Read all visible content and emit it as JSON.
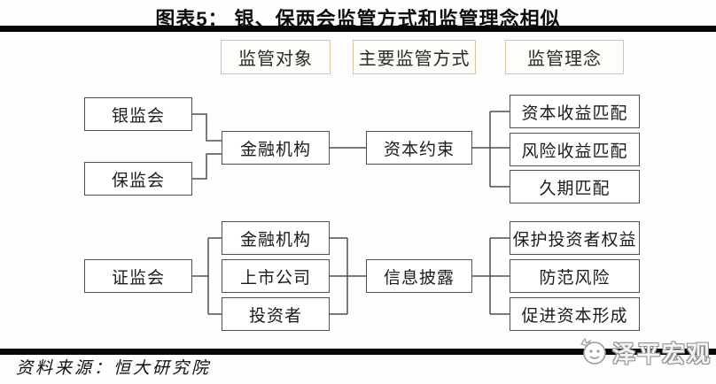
{
  "title": "图表5：  银、保两会监管方式和监管理念相似",
  "columns": {
    "target": "监管对象",
    "method": "主要监管方式",
    "philosophy": "监管理念"
  },
  "flow_top": {
    "regulators": [
      "银监会",
      "保监会"
    ],
    "target": "金融机构",
    "method": "资本约束",
    "principles": [
      "资本收益匹配",
      "风险收益匹配",
      "久期匹配"
    ]
  },
  "flow_bottom": {
    "regulator": "证监会",
    "targets": [
      "金融机构",
      "上市公司",
      "投资者"
    ],
    "method": "信息披露",
    "principles": [
      "保护投资者权益",
      "防范风险",
      "促进资本形成"
    ]
  },
  "source": "资料来源：恒大研究院",
  "watermark": "泽平宏观",
  "colors": {
    "header_border": "#dcc39a",
    "node_border": "#4f4f4f",
    "rule": "#060606",
    "watermark_gray": "#8d8d8d"
  }
}
